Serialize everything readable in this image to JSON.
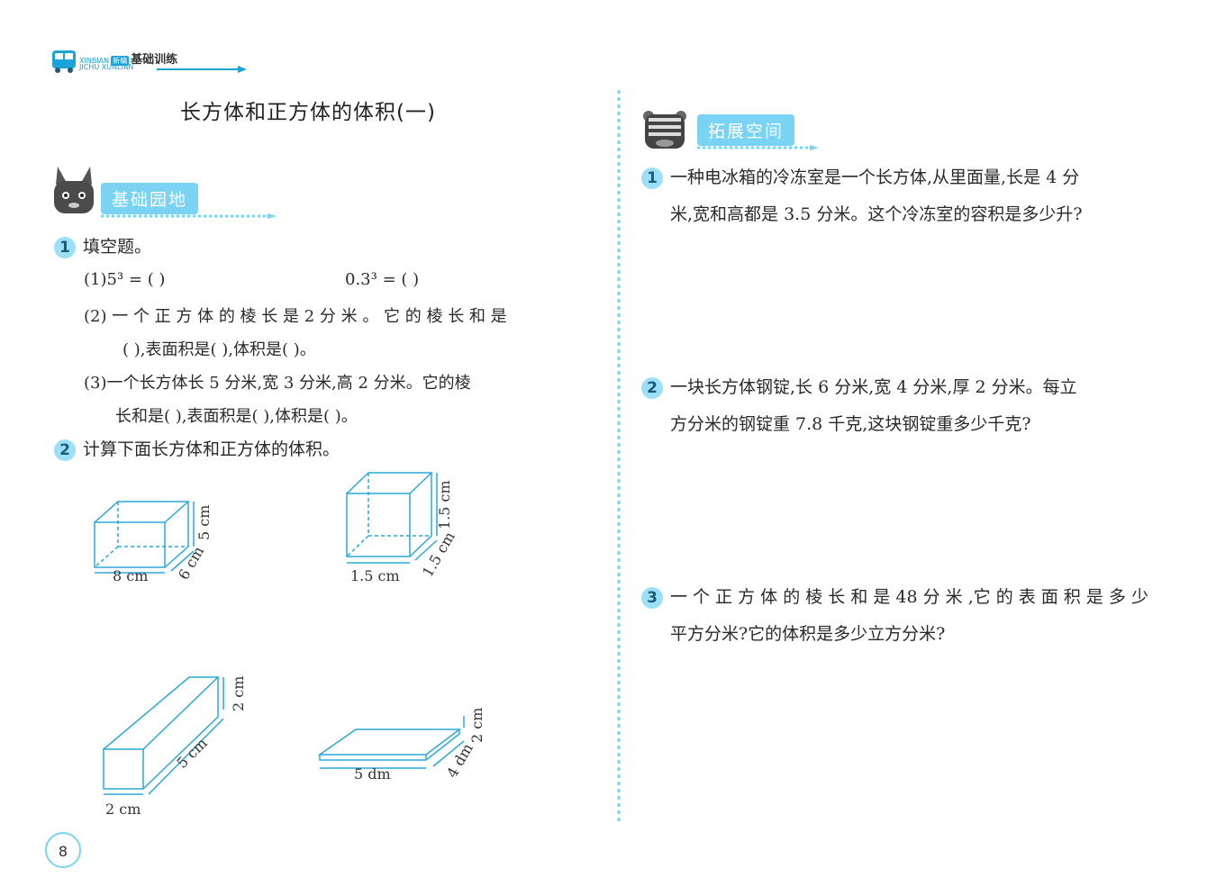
{
  "header": {
    "logo_top": "XINBIAN",
    "logo_badge": "新编",
    "logo_title": "基础训练",
    "logo_bottom": "JICHU XUNLIAN"
  },
  "page_title": "长方体和正方体的体积(一)",
  "left_section": {
    "label": "基础园地",
    "q1": {
      "num": "1",
      "title": "填空题。",
      "p1a": "(1)5³ = (          )",
      "p1b": "0.3³ = (          )",
      "p2_line1": "(2) 一 个 正 方 体 的 棱 长 是  2  分 米 。 它 的 棱 长 和 是",
      "p2_line2": "(          ),表面积是(          ),体积是(          )。",
      "p3_line1": "(3)一个长方体长 5 分米,宽 3 分米,高 2 分米。它的棱",
      "p3_line2": "长和是(          ),表面积是(          ),体积是(          )。"
    },
    "q2": {
      "num": "2",
      "title": "计算下面长方体和正方体的体积。",
      "box1": {
        "length": "8 cm",
        "width": "6 cm",
        "height": "5 cm"
      },
      "box2": {
        "length": "1.5 cm",
        "width": "1.5 cm",
        "height": "1.5 cm"
      },
      "box3": {
        "length": "2 cm",
        "width": "5 cm",
        "height": "2 cm"
      },
      "box4": {
        "length": "5 dm",
        "width": "4 dm",
        "height": "2 cm"
      }
    }
  },
  "right_section": {
    "label": "拓展空间",
    "q1": {
      "num": "1",
      "line1": "一种电冰箱的冷冻室是一个长方体,从里面量,长是 4 分",
      "line2": "米,宽和高都是 3.5 分米。这个冷冻室的容积是多少升?"
    },
    "q2": {
      "num": "2",
      "line1": "一块长方体钢锭,长 6 分米,宽 4 分米,厚 2 分米。每立",
      "line2": "方分米的钢锭重 7.8 千克,这块钢锭重多少千克?"
    },
    "q3": {
      "num": "3",
      "line1": "一 个 正 方 体 的 棱 长 和 是 48 分 米 ,它 的 表 面 积 是 多 少",
      "line2": "平方分米?它的体积是多少立方分米?"
    }
  },
  "page_number": "8",
  "colors": {
    "accent": "#7ad3f2",
    "accent_dark": "#1aa3d9",
    "line": "#2aa8d8"
  }
}
